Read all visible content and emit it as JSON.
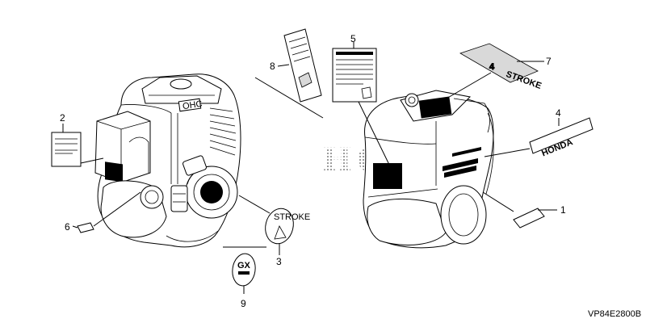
{
  "drawing_code": "VP84E2800B",
  "watermark": "HONDA",
  "callouts": [
    {
      "id": "1",
      "label": "1"
    },
    {
      "id": "2",
      "label": "2"
    },
    {
      "id": "3",
      "label": "3"
    },
    {
      "id": "4",
      "label": "4"
    },
    {
      "id": "5",
      "label": "5"
    },
    {
      "id": "6",
      "label": "6"
    },
    {
      "id": "7",
      "label": "7"
    },
    {
      "id": "8",
      "label": "8"
    },
    {
      "id": "9",
      "label": "9"
    }
  ],
  "decal_texts": {
    "emblem_4stroke": "4",
    "stroke_word": "STROKE",
    "brand_strip": "HONDA",
    "gx_word": "GX",
    "engine_marking": "OHC"
  }
}
